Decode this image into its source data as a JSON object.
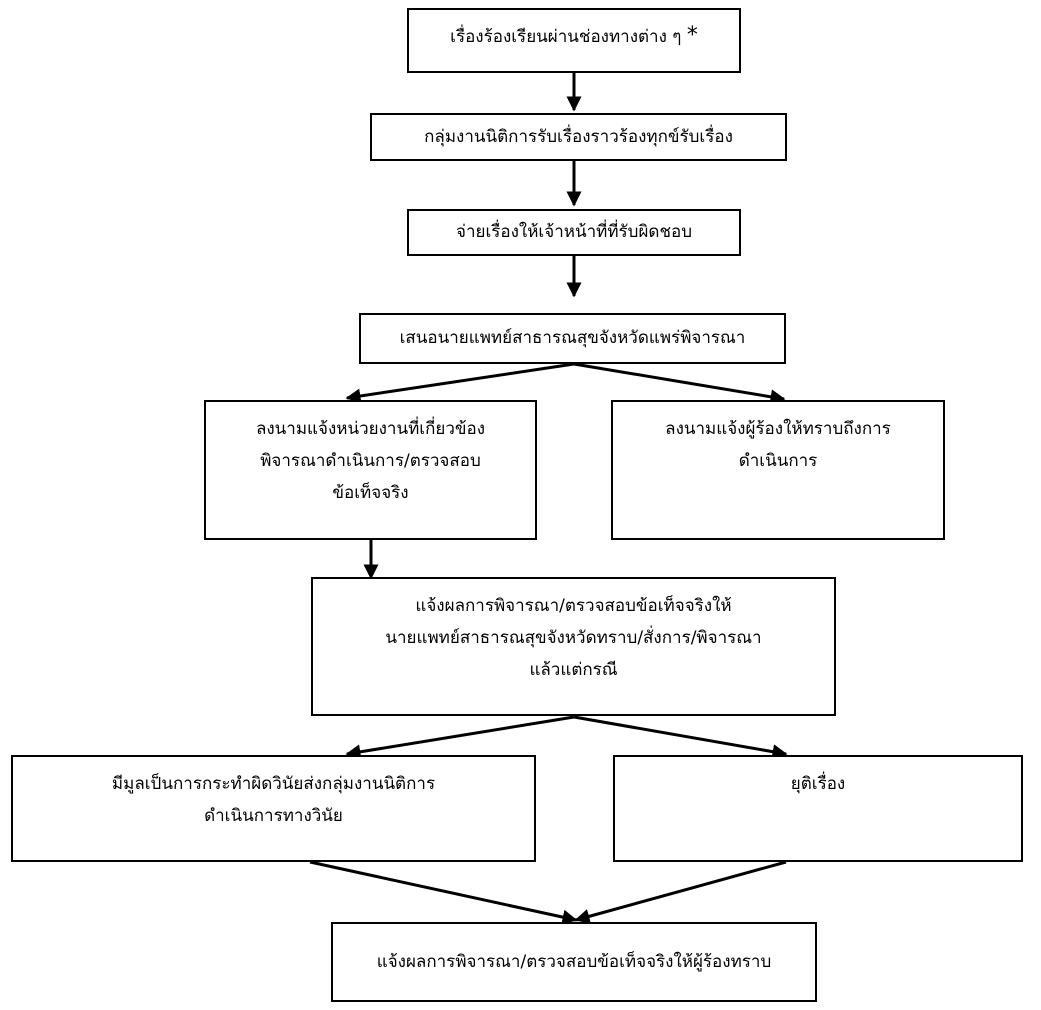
{
  "flowchart": {
    "step_1": {
      "text": "เรื่องร้องเรียนผ่านช่องทางต่าง ๆ",
      "mark": "*"
    },
    "step_2": {
      "text": "กลุ่มงานนิติการรับเรื่องราวร้องทุกข์รับเรื่อง"
    },
    "step_3": {
      "text": "จ่ายเรื่องให้เจ้าหน้าที่ที่รับผิดชอบ"
    },
    "step_4": {
      "text": "เสนอนายแพทย์สาธารณสุขจังหวัดแพร่พิจารณา"
    },
    "step_5a": {
      "lines": [
        "ลงนามแจ้งหน่วยงานที่เกี่ยวข้อง",
        "พิจารณาดำเนินการ/ตรวจสอบ",
        "ข้อเท็จจริง"
      ]
    },
    "step_5b": {
      "lines": [
        "ลงนามแจ้งผู้ร้องให้ทราบถึงการ",
        "ดำเนินการ"
      ]
    },
    "step_6": {
      "lines": [
        "แจ้งผลการพิจารณา/ตรวจสอบข้อเท็จจริงให้",
        "นายแพทย์สาธารณสุขจังหวัดทราบ/สั่งการ/พิจารณา",
        "แล้วแต่กรณี"
      ]
    },
    "step_7a": {
      "lines": [
        "มีมูลเป็นการกระทำผิดวินัยส่งกลุ่มงานนิติการ",
        "ดำเนินการทางวินัย"
      ]
    },
    "step_7b": {
      "text": "ยุติเรื่อง"
    },
    "step_8": {
      "text": "แจ้งผลการพิจารณา/ตรวจสอบข้อเท็จจริงให้ผู้ร้องทราบ"
    }
  }
}
